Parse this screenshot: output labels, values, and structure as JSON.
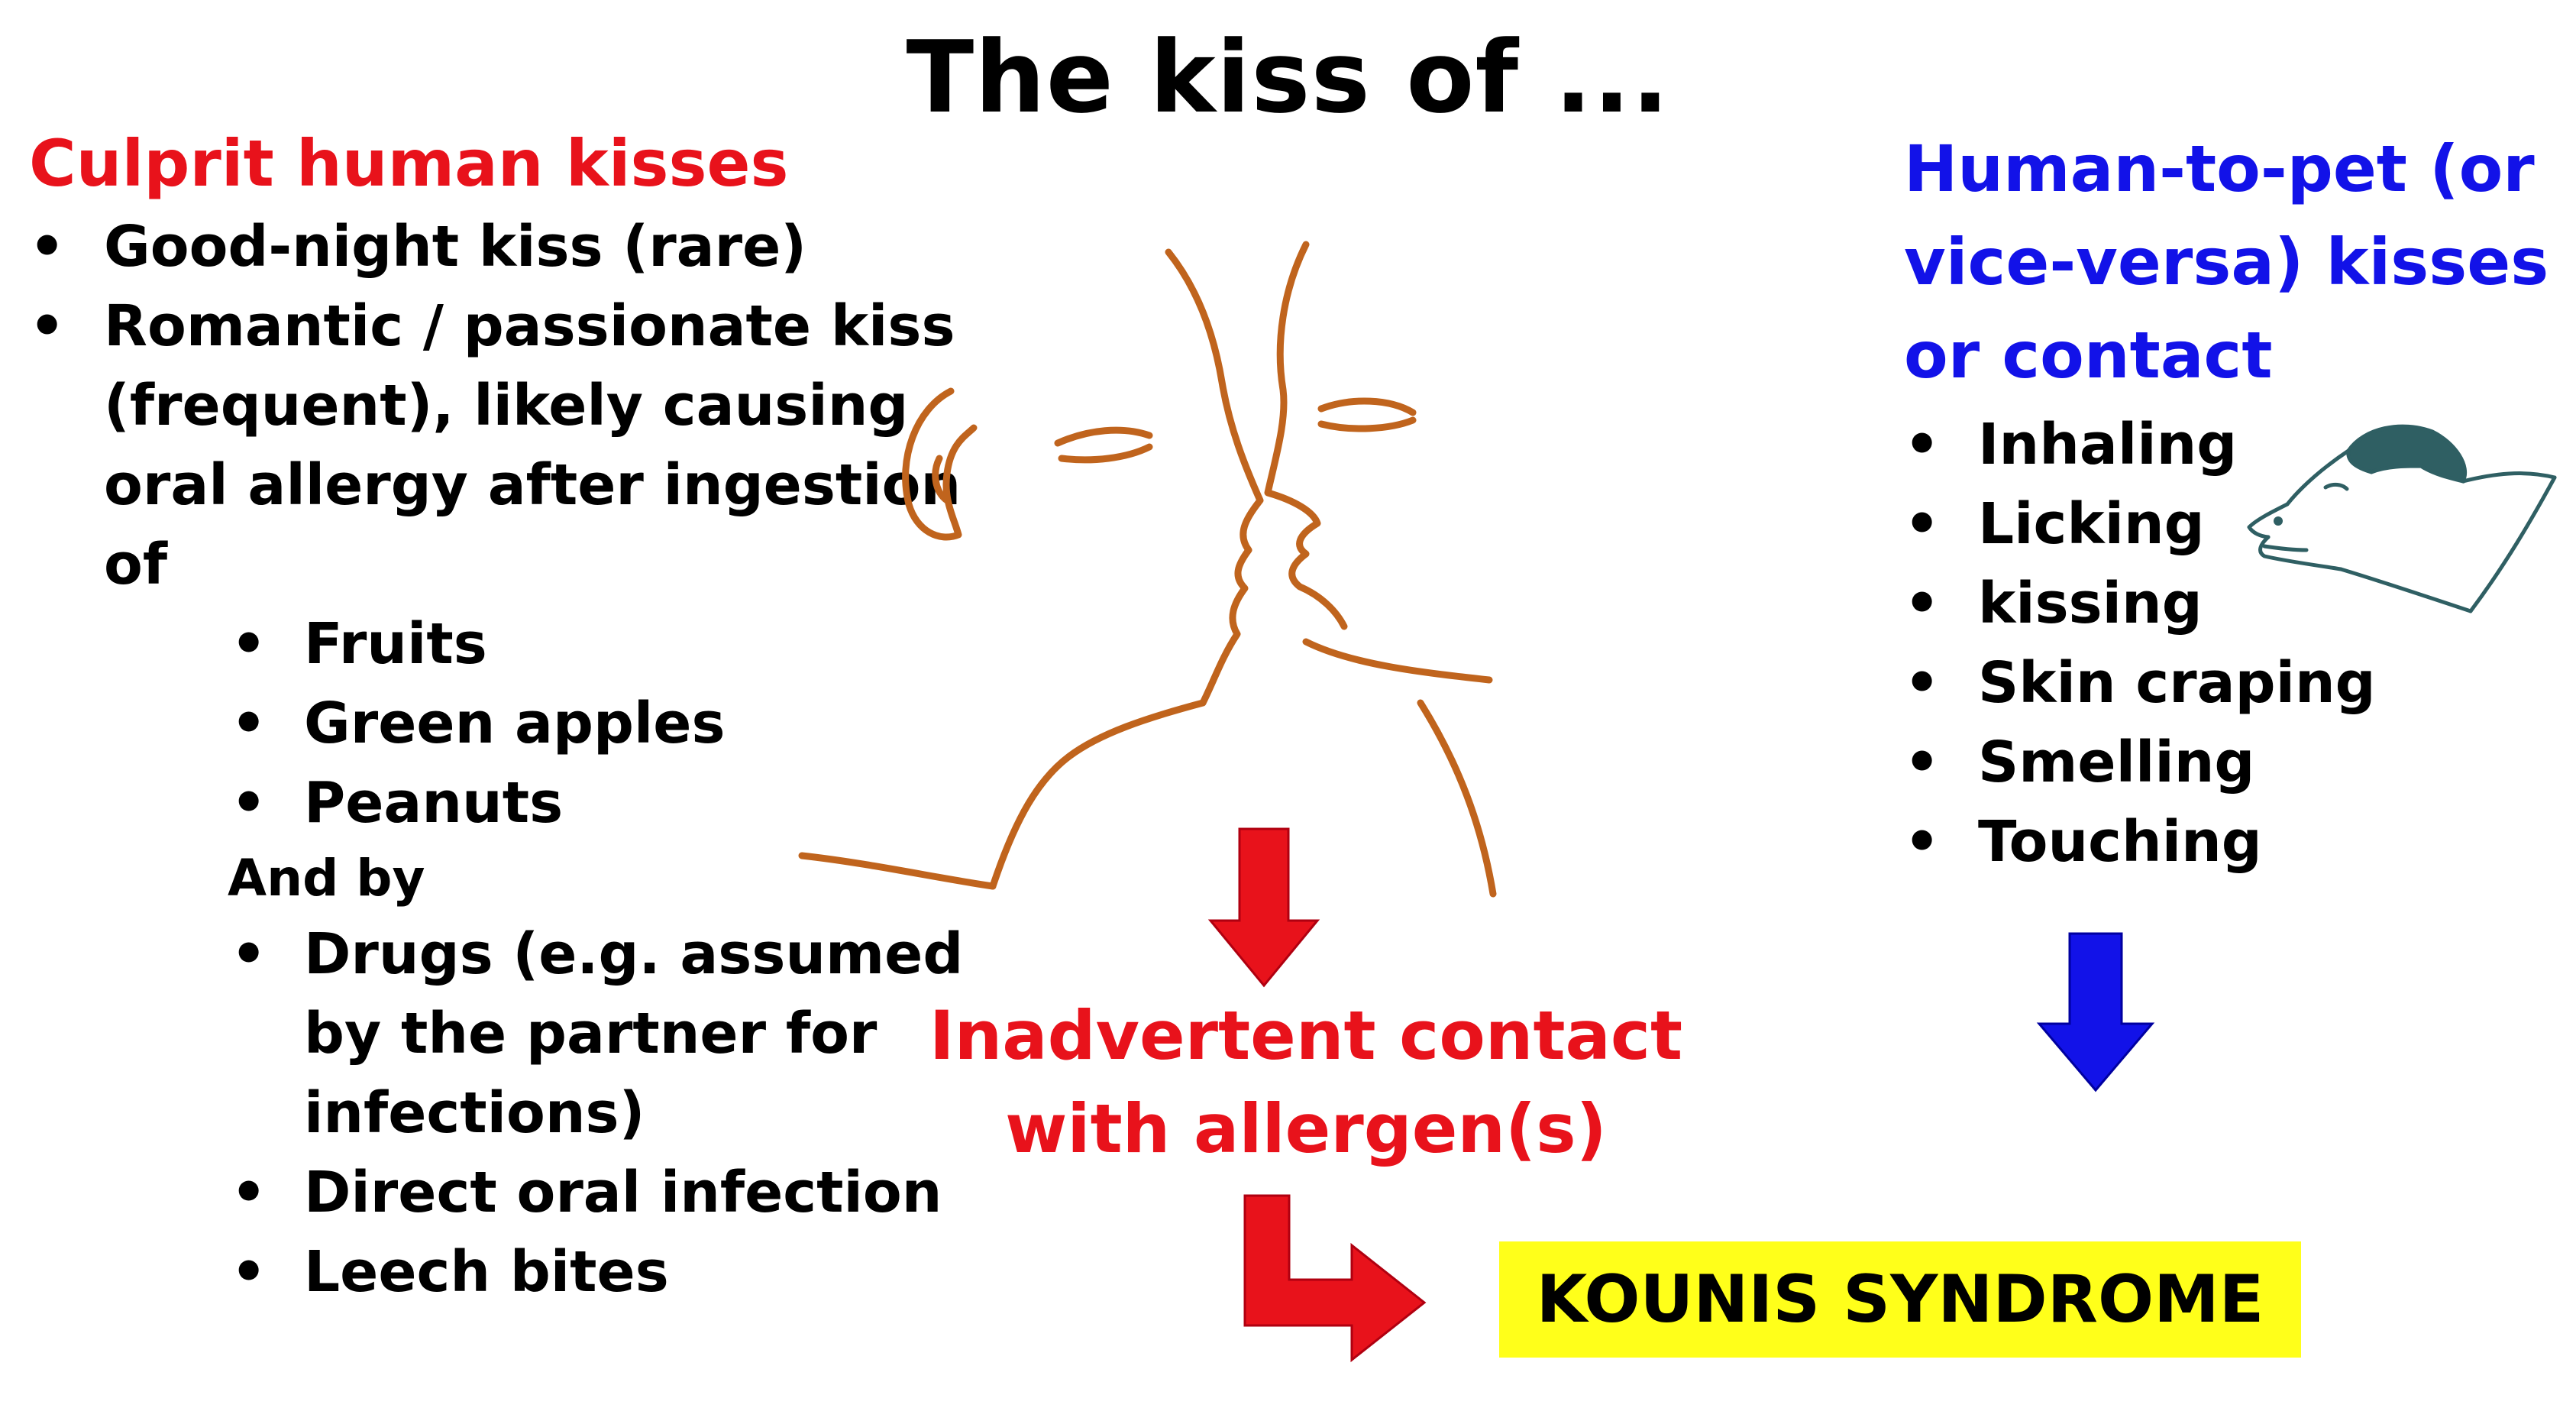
{
  "title": "The kiss of ...",
  "left": {
    "heading": "Culprit human kisses",
    "items": [
      "Good-night kiss (rare)",
      "Romantic / passionate kiss (frequent), likely causing oral allergy after ingestion of"
    ],
    "sub_items": [
      "Fruits",
      "Green apples",
      "Peanuts"
    ],
    "and_by": "And by",
    "sub_items_2": [
      "Drugs (e.g. assumed by the partner for infections)",
      "Direct oral infection",
      "Leech bites"
    ]
  },
  "right": {
    "heading": "Human-to-pet (or vice-versa) kisses or contact",
    "items": [
      "Inhaling",
      "Licking",
      "kissing",
      "Skin craping",
      "Smelling",
      "Touching"
    ]
  },
  "center": {
    "text": "Inadvertent contact with allergen(s)"
  },
  "outcome": {
    "label": "KOUNIS SYNDROME"
  },
  "colors": {
    "red": "#e8121b",
    "blue": "#1212e8",
    "sketch": "#c0641d",
    "dog": "#2f5f63",
    "highlight": "#ffff1a"
  },
  "icons": {
    "kiss_illustration": "kissing-faces-sketch",
    "dog_illustration": "dog-head-sketch"
  }
}
